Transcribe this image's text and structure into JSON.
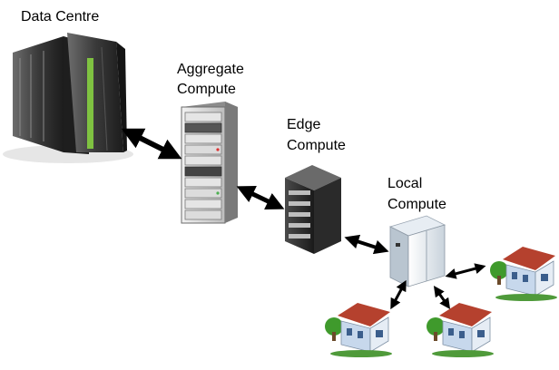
{
  "labels": {
    "data_centre": "Data Centre",
    "aggregate": [
      "Aggregate",
      "Compute"
    ],
    "edge": [
      "Edge",
      "Compute"
    ],
    "local": [
      "Local",
      "Compute"
    ]
  },
  "colors": {
    "arrow": "#000000",
    "rack_dark": "#2b2b2b",
    "rack_light": "#d9d9d9",
    "accent_green": "#6fbf3a",
    "roof": "#b5412e",
    "wall": "#c7d8ec",
    "tree": "#3f9a2c"
  },
  "icons": [
    "data-centre-server-icon",
    "aggregate-rack-icon",
    "edge-server-icon",
    "local-cabinet-icon",
    "house-icon"
  ]
}
